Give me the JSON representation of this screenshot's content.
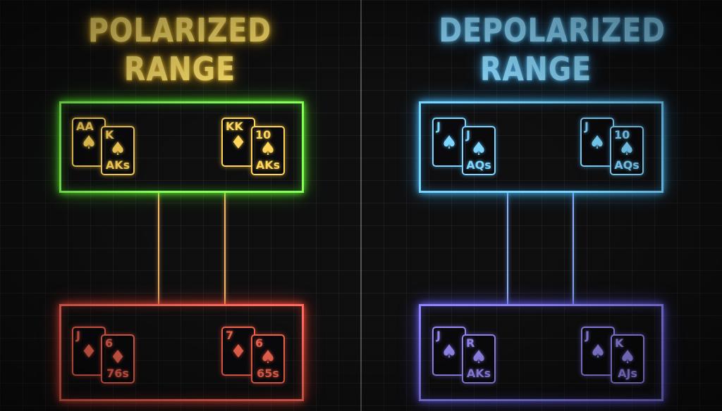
{
  "left_title": {
    "line1": "POLARIZED",
    "line2": "RANGE"
  },
  "right_title": {
    "line1": "DEPOLARIZED",
    "line2": "RANGE"
  },
  "polarized_top": {
    "pair1": {
      "back_rank": "AA",
      "back_suit": "♠",
      "front_rank": "K",
      "front_suit": "♠",
      "front_label": "AKs"
    },
    "pair2": {
      "back_rank": "KK",
      "back_suit": "♦",
      "front_rank": "10",
      "front_suit": "♠",
      "front_label": "AKs"
    }
  },
  "polarized_bottom": {
    "pair1": {
      "back_rank": "J",
      "back_suit": "♦",
      "front_rank": "6",
      "front_suit": "♦",
      "front_label": "76s"
    },
    "pair2": {
      "back_rank": "7",
      "back_suit": "♦",
      "front_rank": "6",
      "front_suit": "♠",
      "front_label": "65s"
    }
  },
  "depolarized_top": {
    "pair1": {
      "back_rank": "J",
      "back_suit": "♠",
      "front_rank": "J",
      "front_suit": "♠",
      "front_label": "AQs"
    },
    "pair2": {
      "back_rank": "J",
      "back_suit": "♠",
      "front_rank": "10",
      "front_suit": "♠",
      "front_label": "AQs"
    }
  },
  "depolarized_bottom": {
    "pair1": {
      "back_rank": "J",
      "back_suit": "♠",
      "front_rank": "R",
      "front_suit": "♠",
      "front_label": "AKs"
    },
    "pair2": {
      "back_rank": "J",
      "back_suit": "♠",
      "front_rank": "K",
      "front_suit": "♠",
      "front_label": "AJs"
    }
  },
  "colors": {
    "polarized_title": "#ffe36e",
    "depolarized_title": "#8fdcff",
    "strong_box": "#86ff58",
    "bluff_box": "#ff6b5c",
    "depolarized_top_box": "#78d4ff",
    "depolarized_bottom_box": "#8f86ff"
  }
}
